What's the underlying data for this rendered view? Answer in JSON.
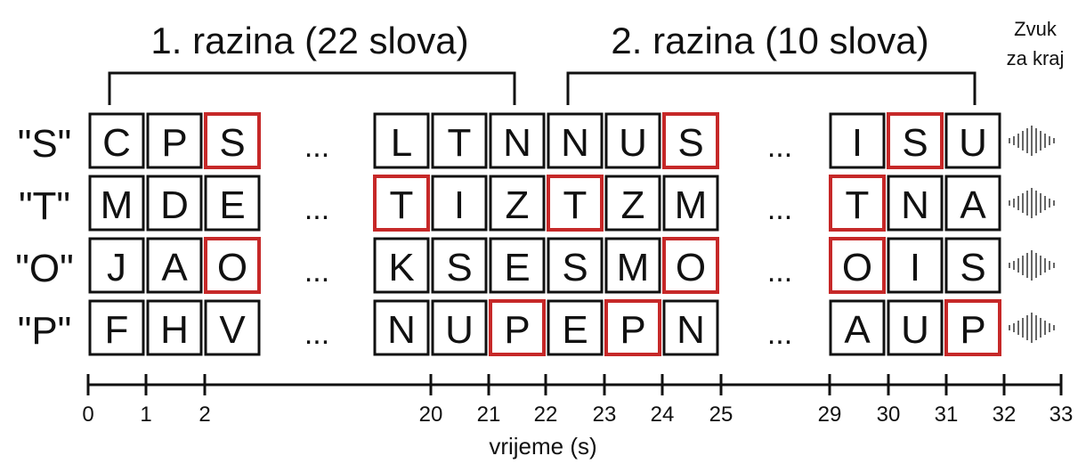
{
  "levels": [
    {
      "label": "1. razina (22 slova)"
    },
    {
      "label": "2. razina (10 slova)"
    }
  ],
  "end_sound": {
    "line1": "Zvuk",
    "line2": "za kraj"
  },
  "ellipsis": "...",
  "rows": [
    {
      "target": "\"S\"",
      "cells": [
        {
          "letter": "C",
          "hit": false
        },
        {
          "letter": "P",
          "hit": false
        },
        {
          "letter": "S",
          "hit": true
        },
        {
          "letter": "L",
          "hit": false
        },
        {
          "letter": "T",
          "hit": false
        },
        {
          "letter": "N",
          "hit": false
        },
        {
          "letter": "N",
          "hit": false
        },
        {
          "letter": "U",
          "hit": false
        },
        {
          "letter": "S",
          "hit": true
        },
        {
          "letter": "I",
          "hit": false
        },
        {
          "letter": "S",
          "hit": true
        },
        {
          "letter": "U",
          "hit": false
        }
      ]
    },
    {
      "target": "\"T\"",
      "cells": [
        {
          "letter": "M",
          "hit": false
        },
        {
          "letter": "D",
          "hit": false
        },
        {
          "letter": "E",
          "hit": false
        },
        {
          "letter": "T",
          "hit": true
        },
        {
          "letter": "I",
          "hit": false
        },
        {
          "letter": "Z",
          "hit": false
        },
        {
          "letter": "T",
          "hit": true
        },
        {
          "letter": "Z",
          "hit": false
        },
        {
          "letter": "M",
          "hit": false
        },
        {
          "letter": "T",
          "hit": true
        },
        {
          "letter": "N",
          "hit": false
        },
        {
          "letter": "A",
          "hit": false
        }
      ]
    },
    {
      "target": "\"O\"",
      "cells": [
        {
          "letter": "J",
          "hit": false
        },
        {
          "letter": "A",
          "hit": false
        },
        {
          "letter": "O",
          "hit": true
        },
        {
          "letter": "K",
          "hit": false
        },
        {
          "letter": "S",
          "hit": false
        },
        {
          "letter": "E",
          "hit": false
        },
        {
          "letter": "S",
          "hit": false
        },
        {
          "letter": "M",
          "hit": false
        },
        {
          "letter": "O",
          "hit": true
        },
        {
          "letter": "O",
          "hit": true
        },
        {
          "letter": "I",
          "hit": false
        },
        {
          "letter": "S",
          "hit": false
        }
      ]
    },
    {
      "target": "\"P\"",
      "cells": [
        {
          "letter": "F",
          "hit": false
        },
        {
          "letter": "H",
          "hit": false
        },
        {
          "letter": "V",
          "hit": false
        },
        {
          "letter": "N",
          "hit": false
        },
        {
          "letter": "U",
          "hit": false
        },
        {
          "letter": "P",
          "hit": true
        },
        {
          "letter": "E",
          "hit": false
        },
        {
          "letter": "P",
          "hit": true
        },
        {
          "letter": "N",
          "hit": false
        },
        {
          "letter": "A",
          "hit": false
        },
        {
          "letter": "U",
          "hit": false
        },
        {
          "letter": "P",
          "hit": true
        }
      ]
    }
  ],
  "time_axis": {
    "ticks": [
      "0",
      "1",
      "2",
      "20",
      "21",
      "22",
      "23",
      "24",
      "25",
      "29",
      "30",
      "31",
      "32",
      "33"
    ],
    "label": "vrijeme (s)"
  },
  "colors": {
    "hit": "#c62828",
    "ink": "#111111",
    "wave": "#666666"
  }
}
